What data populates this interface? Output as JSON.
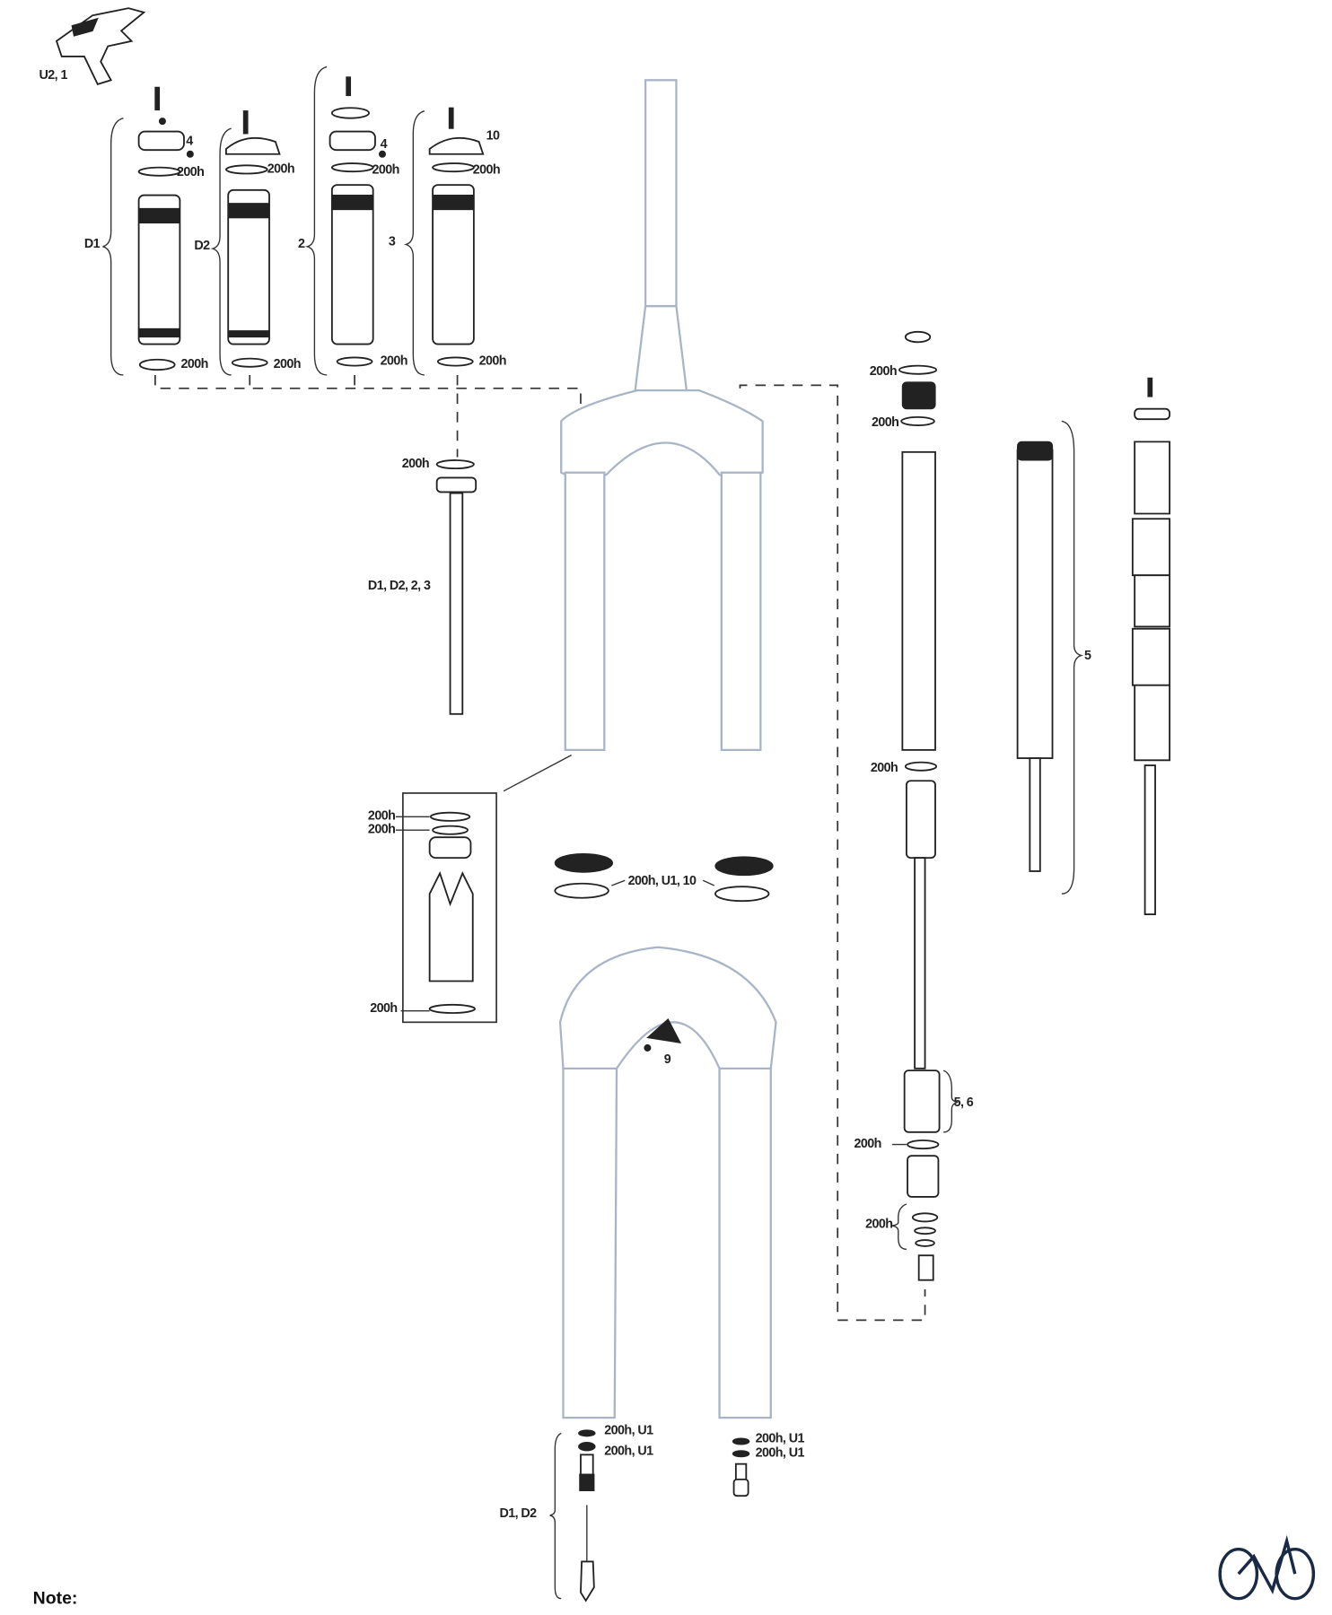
{
  "diagram": {
    "title": "Suspension fork exploded parts diagram",
    "note_label": "Note:",
    "logo_icon": "bicycle-logo-icon",
    "colors": {
      "fork_outline": "#a9b5c6",
      "part_outline": "#222222",
      "logo": "#1b2a44"
    },
    "labels": {
      "remote": "U2, 1",
      "d1": "D1",
      "d2": "D2",
      "two": "2",
      "three": "3",
      "four_a": "4",
      "four_b": "4",
      "ten": "10",
      "seal_200h": "200h",
      "shaft": "D1, D2, 2, 3",
      "topcap_seals": "200h, U1, 10",
      "nine": "9",
      "five": "5",
      "five_six": "5, 6",
      "seal_u1": "200h, U1",
      "d1_d2": "D1, D2"
    }
  }
}
